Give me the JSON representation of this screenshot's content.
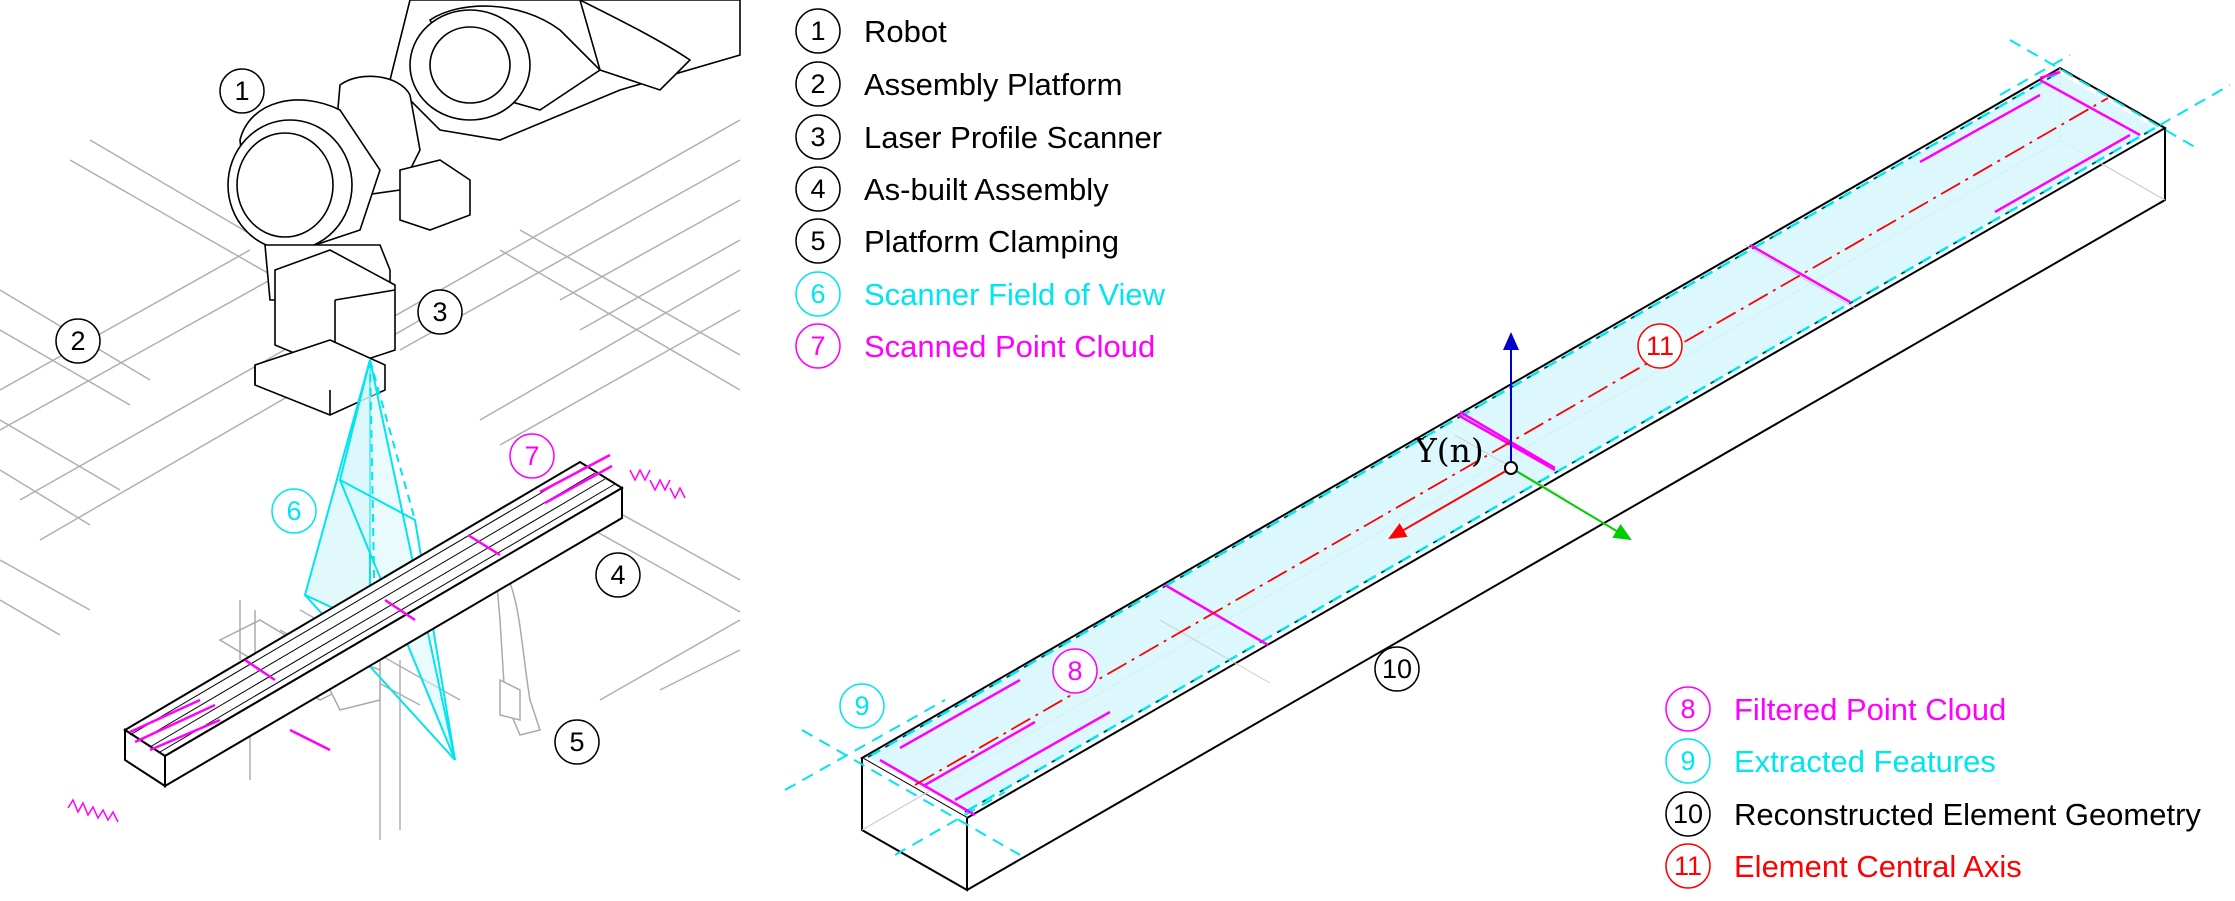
{
  "legend_top": [
    {
      "num": "1",
      "label": "Robot",
      "color": "#000000"
    },
    {
      "num": "2",
      "label": "Assembly Platform",
      "color": "#000000"
    },
    {
      "num": "3",
      "label": "Laser Profile Scanner",
      "color": "#000000"
    },
    {
      "num": "4",
      "label": "As-built Assembly",
      "color": "#000000"
    },
    {
      "num": "5",
      "label": "Platform Clamping",
      "color": "#000000"
    },
    {
      "num": "6",
      "label": "Scanner Field of View",
      "color": "#00e5ee"
    },
    {
      "num": "7",
      "label": "Scanned Point Cloud",
      "color": "#ff00ff"
    }
  ],
  "legend_bottom": [
    {
      "num": "8",
      "label": "Filtered Point Cloud",
      "color": "#ff00ff"
    },
    {
      "num": "9",
      "label": "Extracted Features",
      "color": "#00e5ee"
    },
    {
      "num": "10",
      "label": "Reconstructed Element Geometry",
      "color": "#000000"
    },
    {
      "num": "11",
      "label": "Element Central Axis",
      "color": "#ff0000"
    }
  ],
  "left_markers": [
    {
      "num": "1",
      "color": "#000000"
    },
    {
      "num": "2",
      "color": "#000000"
    },
    {
      "num": "3",
      "color": "#000000"
    },
    {
      "num": "4",
      "color": "#000000"
    },
    {
      "num": "5",
      "color": "#000000"
    },
    {
      "num": "6",
      "color": "#00e5ee"
    },
    {
      "num": "7",
      "color": "#ff00ff"
    }
  ],
  "right_markers": [
    {
      "num": "8",
      "color": "#ff00ff"
    },
    {
      "num": "9",
      "color": "#00e5ee"
    },
    {
      "num": "10",
      "color": "#000000"
    },
    {
      "num": "11",
      "color": "#ff0000"
    }
  ],
  "frame_label": "Y(n)",
  "colors": {
    "cyan": "#00e5ee",
    "magenta": "#ff00ff",
    "red": "#ff0000",
    "axis_x": "#ff0000",
    "axis_y": "#00cc00",
    "axis_z": "#0000cc",
    "scene_gray": "#aaaaaa",
    "cyan_fill": "#d6f7fb"
  }
}
